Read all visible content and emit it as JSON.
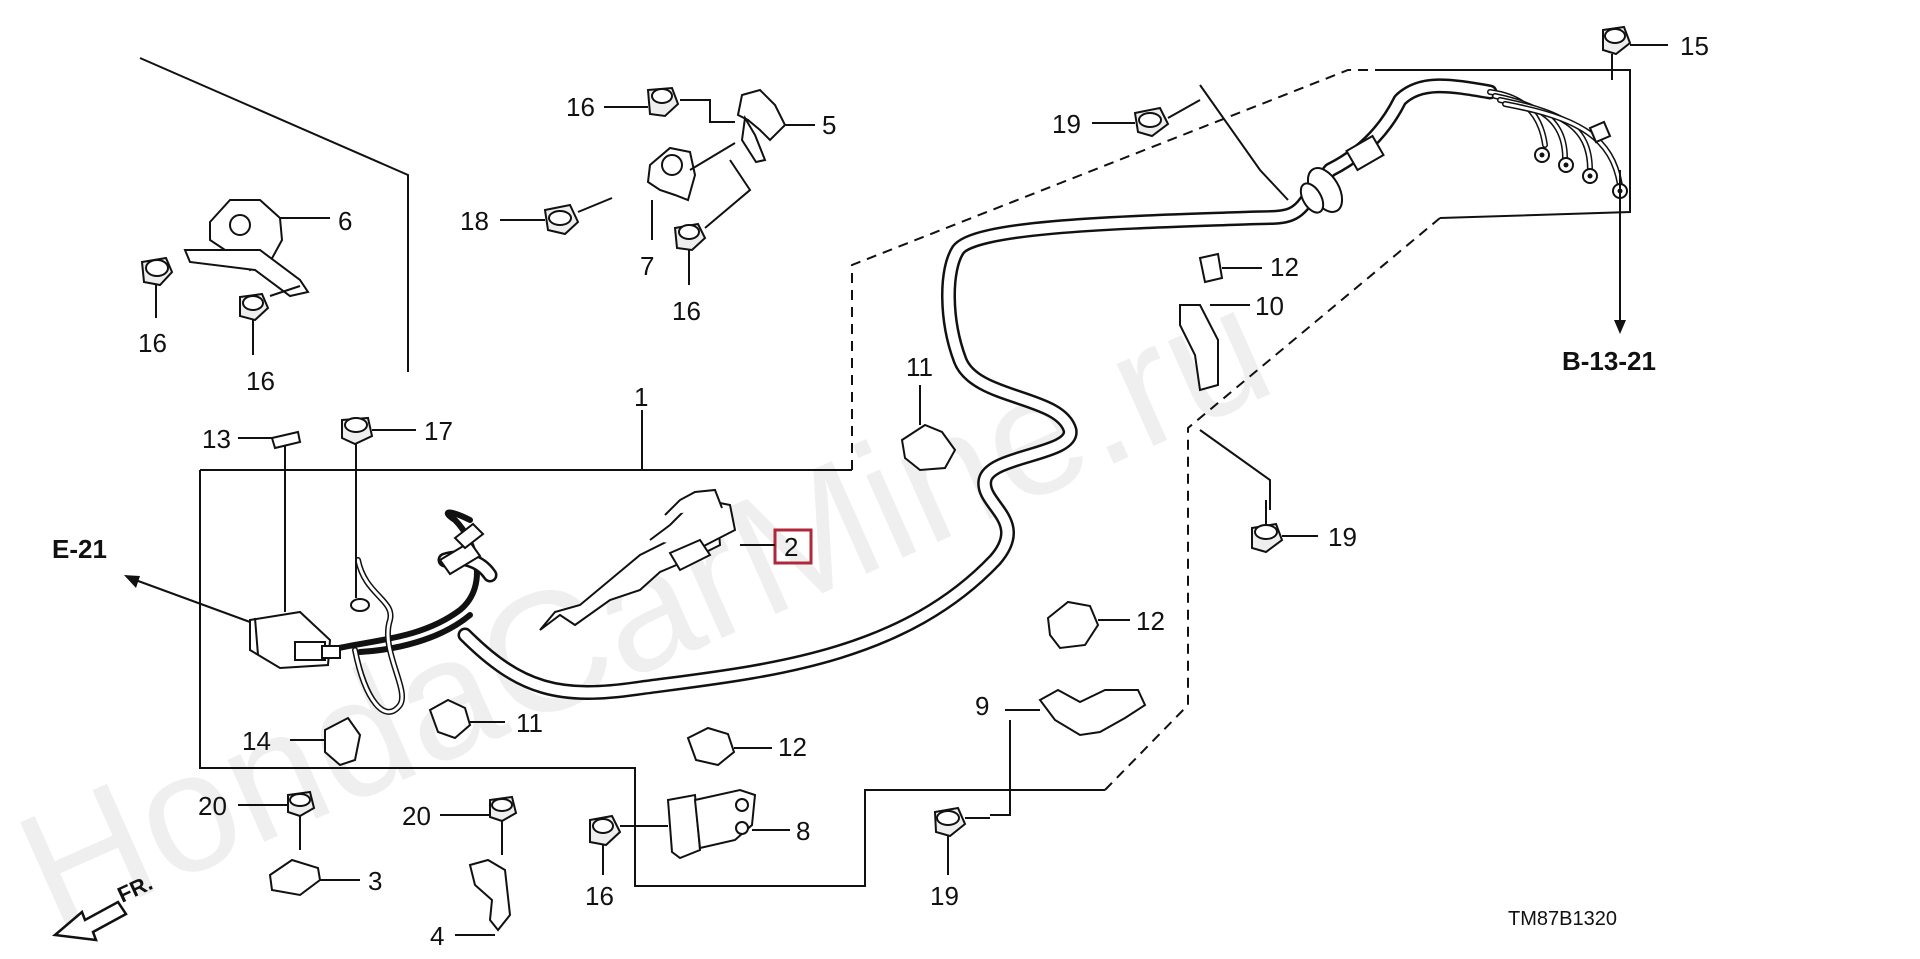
{
  "diagram_code": "TM87B1320",
  "watermark": "HondaCarMine.ru",
  "direction_label": "FR.",
  "refs": {
    "e21": "E-21",
    "b1321": "B-13-21"
  },
  "colors": {
    "highlight": "#b0273a",
    "line": "#111111"
  },
  "callouts": [
    {
      "id": "c1",
      "label": "1"
    },
    {
      "id": "c2",
      "label": "2",
      "highlighted": true
    },
    {
      "id": "c3",
      "label": "3"
    },
    {
      "id": "c4",
      "label": "4"
    },
    {
      "id": "c5",
      "label": "5"
    },
    {
      "id": "c6",
      "label": "6"
    },
    {
      "id": "c7",
      "label": "7"
    },
    {
      "id": "c8",
      "label": "8"
    },
    {
      "id": "c9",
      "label": "9"
    },
    {
      "id": "c10",
      "label": "10"
    },
    {
      "id": "c11a",
      "label": "11"
    },
    {
      "id": "c11b",
      "label": "11"
    },
    {
      "id": "c12a",
      "label": "12"
    },
    {
      "id": "c12b",
      "label": "12"
    },
    {
      "id": "c12c",
      "label": "12"
    },
    {
      "id": "c13",
      "label": "13"
    },
    {
      "id": "c14",
      "label": "14"
    },
    {
      "id": "c15",
      "label": "15"
    },
    {
      "id": "c16a",
      "label": "16"
    },
    {
      "id": "c16b",
      "label": "16"
    },
    {
      "id": "c16c",
      "label": "16"
    },
    {
      "id": "c16d",
      "label": "16"
    },
    {
      "id": "c16e",
      "label": "16"
    },
    {
      "id": "c17",
      "label": "17"
    },
    {
      "id": "c18",
      "label": "18"
    },
    {
      "id": "c19a",
      "label": "19"
    },
    {
      "id": "c19b",
      "label": "19"
    },
    {
      "id": "c19c",
      "label": "19"
    },
    {
      "id": "c20a",
      "label": "20"
    },
    {
      "id": "c20b",
      "label": "20"
    }
  ]
}
